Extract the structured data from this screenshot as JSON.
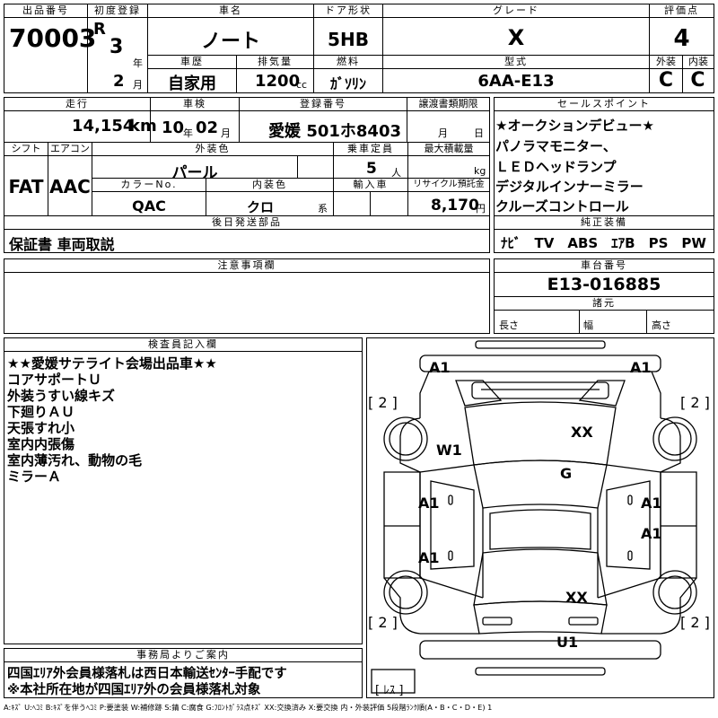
{
  "header": {
    "lot_label": "出品番号",
    "lot": "70003",
    "first_reg_label": "初度登録",
    "era": "R",
    "year": "3",
    "year_unit": "年",
    "month": "2",
    "month_unit": "月",
    "car_name_label": "車名",
    "car_name": "ノート",
    "history_label": "車歴",
    "history": "自家用",
    "displacement_label": "排気量",
    "displacement": "1200",
    "displacement_unit": "cc",
    "door_label": "ドア形状",
    "door": "5HB",
    "fuel_label": "燃料",
    "fuel": "ｶﾞｿﾘﾝ",
    "grade_label": "グレード",
    "grade": "X",
    "model_label": "型式",
    "model": "6AA-E13",
    "score_label": "評価点",
    "score": "4",
    "ext_label": "外装",
    "ext": "C",
    "int_label": "内装",
    "int": "C"
  },
  "row2": {
    "mileage_label": "走行",
    "mileage": "14,154",
    "mileage_unit": "km",
    "inspection_label": "車検",
    "insp_year": "10",
    "insp_year_unit": "年",
    "insp_month": "02",
    "insp_month_unit": "月",
    "reg_label": "登録番号",
    "reg": "愛媛 501ホ8403",
    "transfer_label": "譲渡書類期限",
    "transfer_month": "月",
    "transfer_day": "日",
    "shift_label": "シフト",
    "shift": "FAT",
    "ac_label": "エアコン",
    "ac": "AAC",
    "color_label": "外装色",
    "color": "パール",
    "capacity_label": "乗車定員",
    "capacity": "5",
    "capacity_unit": "人",
    "load_label": "最大積載量",
    "load_unit": "kg",
    "color_no_label": "カラーNo.",
    "color_no": "QAC",
    "int_color_label": "内装色",
    "int_color": "クロ",
    "int_color_unit": "系",
    "import_label": "輸入車",
    "recycle_label": "リサイクル預託金",
    "recycle": "8,170",
    "recycle_unit": "円"
  },
  "sales_points": {
    "label": "セールスポイント",
    "lines": [
      "★オークションデビュー★",
      "パノラマモニター、",
      "ＬＥＤヘッドランプ",
      "デジタルインナーミラー",
      "クルーズコントロール"
    ]
  },
  "later_parts": {
    "label": "後日発送部品",
    "text": "保証書 車両取説"
  },
  "equipment": {
    "label": "純正装備",
    "text": "ﾅﾋﾞ　TV　ABS　ｴｱB　PS　PW"
  },
  "notes": {
    "label": "注意事項欄"
  },
  "chassis": {
    "label": "車台番号",
    "number": "E13-016885",
    "dims_label": "諸元",
    "length_label": "長さ",
    "width_label": "幅",
    "height_label": "高さ"
  },
  "inspector": {
    "label": "検査員記入欄",
    "lines": [
      "★★愛媛サテライト会場出品車★★",
      "コアサポートＵ",
      "外装うすい線キズ",
      "下廻りＡＵ",
      "天張すれ小",
      "室内内張傷",
      "室内薄汚れ、動物の毛",
      "ミラーＡ"
    ]
  },
  "office": {
    "label": "事務局よりご案内",
    "lines": [
      "四国ｴﾘｱ外会員様落札は西日本輸送ｾﾝﾀｰ手配です",
      "※本社所在地が四国ｴﾘｱ外の会員様落札対象"
    ]
  },
  "diagram": {
    "marks": [
      "A1",
      "A1",
      "XX",
      "W1",
      "G",
      "A1",
      "A1",
      "A1",
      "A1",
      "XX",
      "U1"
    ],
    "tires": [
      "[ 2 ]",
      "[ 2 ]",
      "[ 2 ]",
      "[ 2 ]"
    ],
    "spare": "[ ﾚｽ ]"
  },
  "legend": "A:ｷｽﾞ  U:ﾍｺﾐ  B:ｷｽﾞを伴うﾍｺﾐ  P:要塗装  W:補修跡  S:錆  C:腐食  G:ﾌﾛﾝﾄｶﾞﾗｽ点ｷｽﾞ  XX:交換済み  X:要交換  内・外装評価  5段階ﾗﾝｸ順(A・B・C・D・E) 1"
}
